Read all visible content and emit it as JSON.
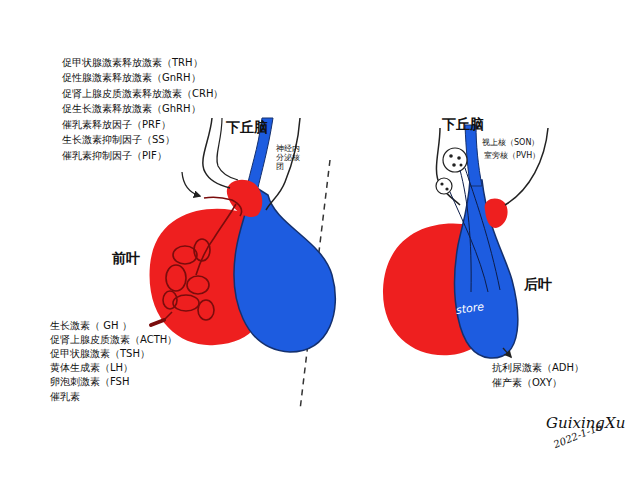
{
  "diagram": {
    "labels": [
      "促甲状腺激素释放激素（TRH）",
      "促性腺激素释放激素（GnRH）",
      "促肾上腺皮质激素释放激素（CRH）",
      "促生长激素释放激素（GhRH）",
      "催乳素释放因子（PRF）",
      "生长激素抑制因子（SS）",
      "催乳素抑制因子（PIF）",
      "下丘脑",
      "神经内分泌核团",
      "前叶",
      "生长激素（ GH ）",
      "促肾上腺皮质激素（ACTH）",
      "促甲状腺激素（TSH）",
      "黄体生成素（LH）",
      "卵泡刺激素（FSH",
      "催乳素",
      "下丘脑",
      "视上核（SON）",
      "室旁核（PVH）",
      "后叶",
      "store",
      "抗利尿激素（ADH）",
      "催产素（OXY）",
      "GuixingXu",
      "2022-1-16"
    ]
  }
}
